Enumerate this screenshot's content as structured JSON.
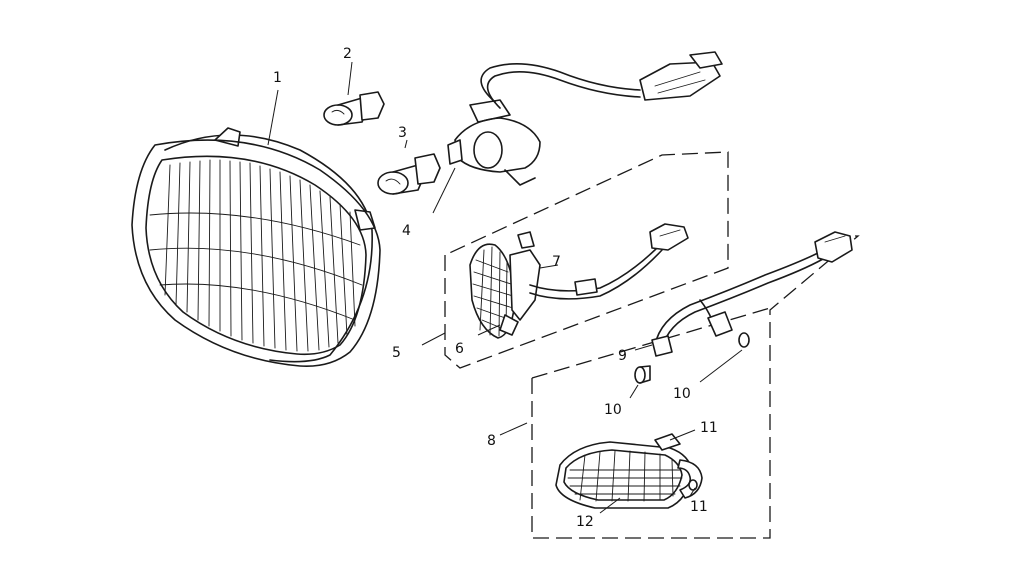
{
  "callouts": [
    {
      "id": "c1",
      "text": "1"
    },
    {
      "id": "c2",
      "text": "2"
    },
    {
      "id": "c3",
      "text": "3"
    },
    {
      "id": "c4",
      "text": "4"
    },
    {
      "id": "c5",
      "text": "5"
    },
    {
      "id": "c6",
      "text": "6"
    },
    {
      "id": "c7",
      "text": "7"
    },
    {
      "id": "c8",
      "text": "8"
    },
    {
      "id": "c9",
      "text": "9"
    },
    {
      "id": "c10a",
      "text": "10"
    },
    {
      "id": "c10b",
      "text": "10"
    },
    {
      "id": "c11a",
      "text": "11"
    },
    {
      "id": "c11b",
      "text": "11"
    },
    {
      "id": "c12",
      "text": "12"
    }
  ]
}
